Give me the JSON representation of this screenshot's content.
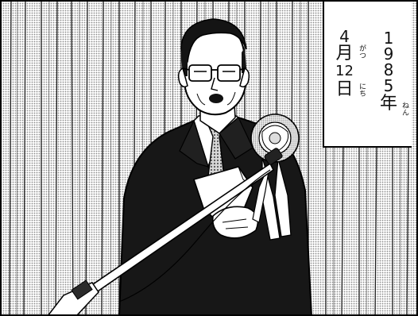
{
  "caption": {
    "year_digits": [
      "1",
      "9",
      "8",
      "5"
    ],
    "year_kanji": "年",
    "year_ruby": "ねん",
    "month_digit": "4",
    "month_kanji": "月",
    "month_ruby": "がつ",
    "day_number": "12",
    "day_kanji": "日",
    "day_ruby": "にち"
  },
  "illustration": {
    "subject": "man-speaking-at-microphone",
    "palette": {
      "ink": "#111111",
      "paper": "#ffffff",
      "screentone": "#bdbdbd",
      "suit": "#161616"
    }
  }
}
